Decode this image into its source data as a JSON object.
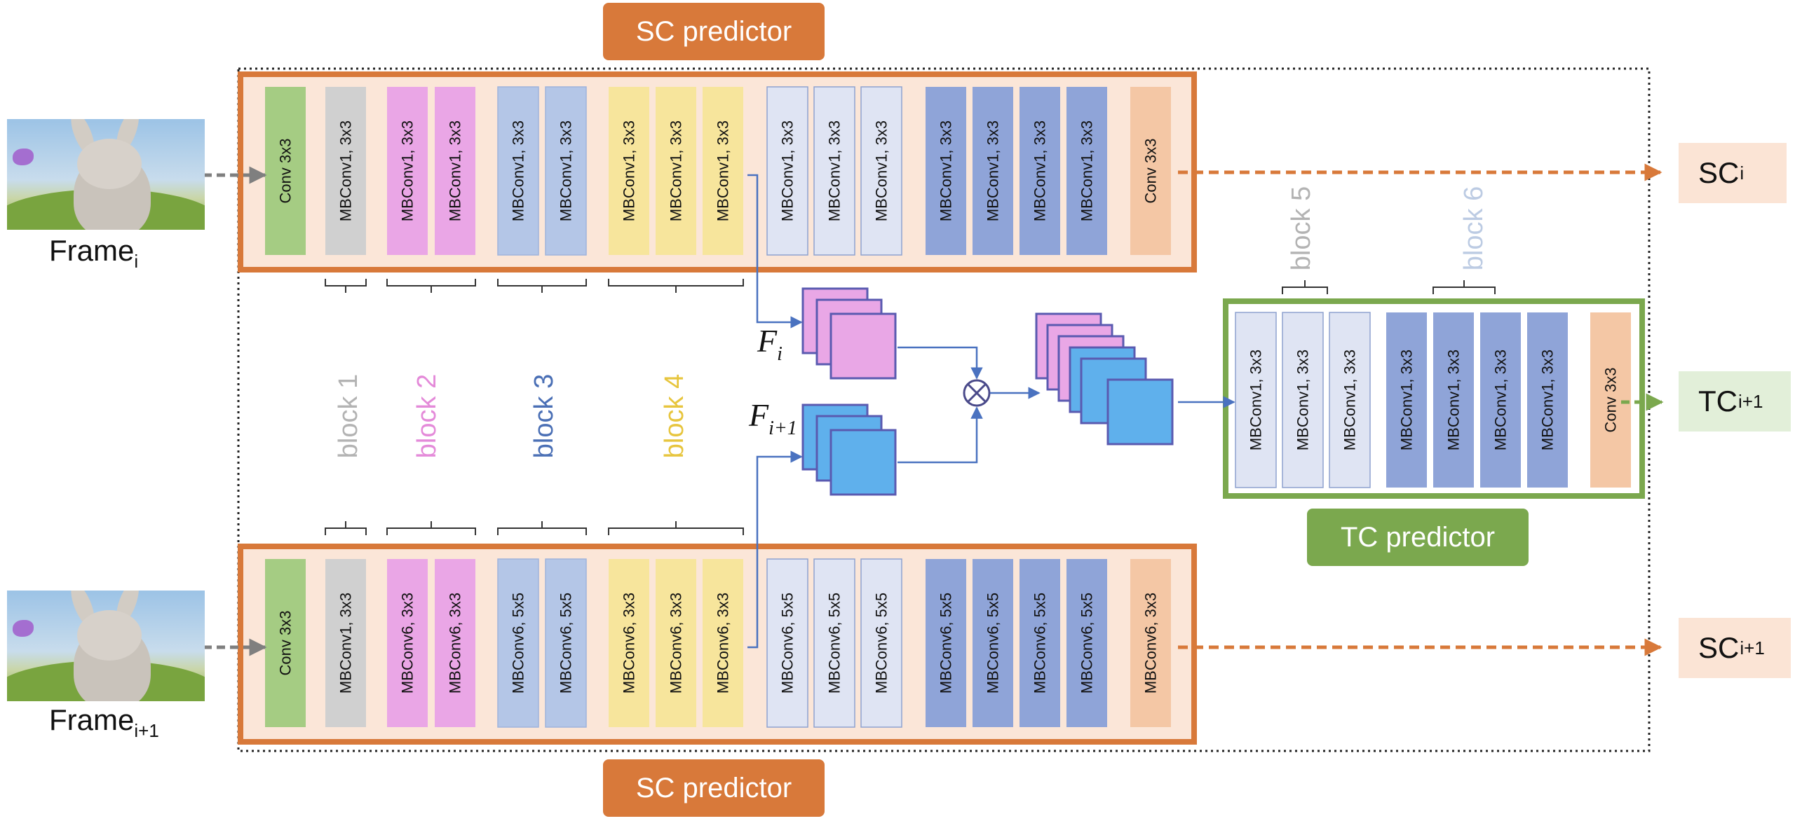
{
  "sc_predictor_label": "SC predictor",
  "tc_predictor_label": "TC predictor",
  "frames": [
    {
      "text": "Frame",
      "sub": "i"
    },
    {
      "text": "Frame",
      "sub": "i+1"
    }
  ],
  "outputs": [
    {
      "text": "SC",
      "sub": "i"
    },
    {
      "text": "TC",
      "sub": "i+1"
    },
    {
      "text": "SC",
      "sub": "i+1"
    }
  ],
  "features": {
    "fi": {
      "text": "F",
      "sub": "i"
    },
    "fi1": {
      "text": "F",
      "sub": "i+1"
    },
    "multiply_symbol": "⊗"
  },
  "blocks": [
    {
      "name": "block 1",
      "color": "#b3b3b3"
    },
    {
      "name": "block 2",
      "color": "#e48ad9"
    },
    {
      "name": "block 3",
      "color": "#4a6fb5"
    },
    {
      "name": "block 4",
      "color": "#e7c53d"
    },
    {
      "name": "block 5",
      "color": "#b3b3b3"
    },
    {
      "name": "block 6",
      "color": "#bccbe3"
    }
  ],
  "top_layers": [
    {
      "label": "Conv 3x3",
      "group": "conv"
    },
    {
      "label": "MBConv1, 3x3",
      "group": "b1"
    },
    {
      "label": "MBConv1, 3x3",
      "group": "b2"
    },
    {
      "label": "MBConv1, 3x3",
      "group": "b2"
    },
    {
      "label": "MBConv1, 3x3",
      "group": "b3"
    },
    {
      "label": "MBConv1, 3x3",
      "group": "b3"
    },
    {
      "label": "MBConv1, 3x3",
      "group": "b4"
    },
    {
      "label": "MBConv1, 3x3",
      "group": "b4"
    },
    {
      "label": "MBConv1, 3x3",
      "group": "b4"
    },
    {
      "label": "MBConv1, 3x3",
      "group": "b5"
    },
    {
      "label": "MBConv1, 3x3",
      "group": "b5"
    },
    {
      "label": "MBConv1, 3x3",
      "group": "b5"
    },
    {
      "label": "MBConv1, 3x3",
      "group": "b6"
    },
    {
      "label": "MBConv1, 3x3",
      "group": "b6"
    },
    {
      "label": "MBConv1, 3x3",
      "group": "b6"
    },
    {
      "label": "MBConv1, 3x3",
      "group": "b6"
    },
    {
      "label": "Conv 3x3",
      "group": "head"
    }
  ],
  "bottom_layers": [
    {
      "label": "Conv 3x3",
      "group": "conv"
    },
    {
      "label": "MBConv1, 3x3",
      "group": "b1"
    },
    {
      "label": "MBConv6, 3x3",
      "group": "b2"
    },
    {
      "label": "MBConv6, 3x3",
      "group": "b2"
    },
    {
      "label": "MBConv6, 5x5",
      "group": "b3"
    },
    {
      "label": "MBConv6, 5x5",
      "group": "b3"
    },
    {
      "label": "MBConv6, 3x3",
      "group": "b4"
    },
    {
      "label": "MBConv6, 3x3",
      "group": "b4"
    },
    {
      "label": "MBConv6, 3x3",
      "group": "b4"
    },
    {
      "label": "MBConv6, 5x5",
      "group": "b5"
    },
    {
      "label": "MBConv6, 5x5",
      "group": "b5"
    },
    {
      "label": "MBConv6, 5x5",
      "group": "b5"
    },
    {
      "label": "MBConv6, 5x5",
      "group": "b6"
    },
    {
      "label": "MBConv6, 5x5",
      "group": "b6"
    },
    {
      "label": "MBConv6, 5x5",
      "group": "b6"
    },
    {
      "label": "MBConv6, 5x5",
      "group": "b6"
    },
    {
      "label": "MBConv6, 3x3",
      "group": "head"
    }
  ],
  "tc_layers": [
    {
      "label": "MBConv1, 3x3",
      "group": "b5"
    },
    {
      "label": "MBConv1, 3x3",
      "group": "b5"
    },
    {
      "label": "MBConv1, 3x3",
      "group": "b5"
    },
    {
      "label": "MBConv1, 3x3",
      "group": "b6"
    },
    {
      "label": "MBConv1, 3x3",
      "group": "b6"
    },
    {
      "label": "MBConv1, 3x3",
      "group": "b6"
    },
    {
      "label": "MBConv1, 3x3",
      "group": "b6"
    },
    {
      "label": "Conv 3x3",
      "group": "head"
    }
  ],
  "colors": {
    "conv": "#a5cc83",
    "b1": "#d0d0d0",
    "b2": "#eaa6e6",
    "b3": "#b4c6e7",
    "b4": "#f7e59c",
    "b5": "#dfe4f3",
    "b6": "#8fa4d8",
    "head": "#f4c7a5",
    "sc_border": "#d8793a",
    "sc_fill": "#fbe6d8",
    "tc_border": "#7ba84e",
    "tc_fill": "#ffffff",
    "sc_output_bg": "#fbe4d5",
    "tc_output_bg": "#e2efd9",
    "feat_pink": "#e9a7e6",
    "feat_blue": "#5fb0ec",
    "feat_stroke": "#5a5ab0",
    "arrow_gray": "#7f7f7f",
    "arrow_orange": "#d8793a",
    "arrow_green": "#7ba84e",
    "arrow_blue": "#4a72c0"
  }
}
